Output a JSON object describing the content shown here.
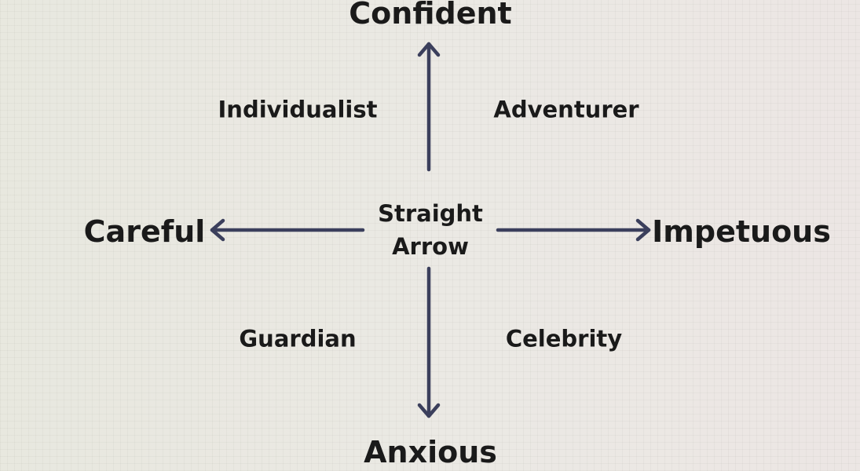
{
  "diagram": {
    "axes": {
      "top": "Confident",
      "bottom": "Anxious",
      "left": "Careful",
      "right": "Impetuous"
    },
    "quadrants": {
      "top_left": "Individualist",
      "top_right": "Adventurer",
      "bottom_left": "Guardian",
      "bottom_right": "Celebrity"
    },
    "center": {
      "line1": "Straight",
      "line2": "Arrow"
    },
    "colors": {
      "arrow": "#3b3f5c",
      "text": "#1a1a1a"
    }
  }
}
